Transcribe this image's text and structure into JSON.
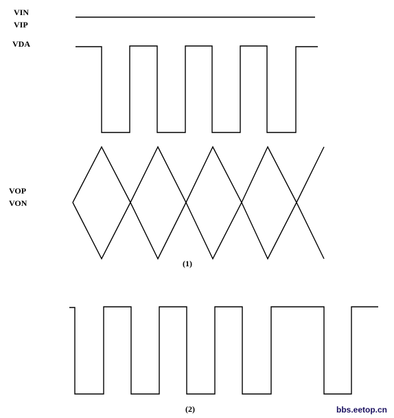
{
  "labels": {
    "vin": "VIN",
    "vip": "VIP",
    "vda": "VDA",
    "vop": "VOP",
    "von": "VON"
  },
  "captions": {
    "fig1": "(1)",
    "fig2": "(2)"
  },
  "watermark": "bbs.eetop.cn",
  "colors": {
    "stroke": "#000000",
    "background": "#ffffff",
    "watermark": "#1a1060"
  }
}
